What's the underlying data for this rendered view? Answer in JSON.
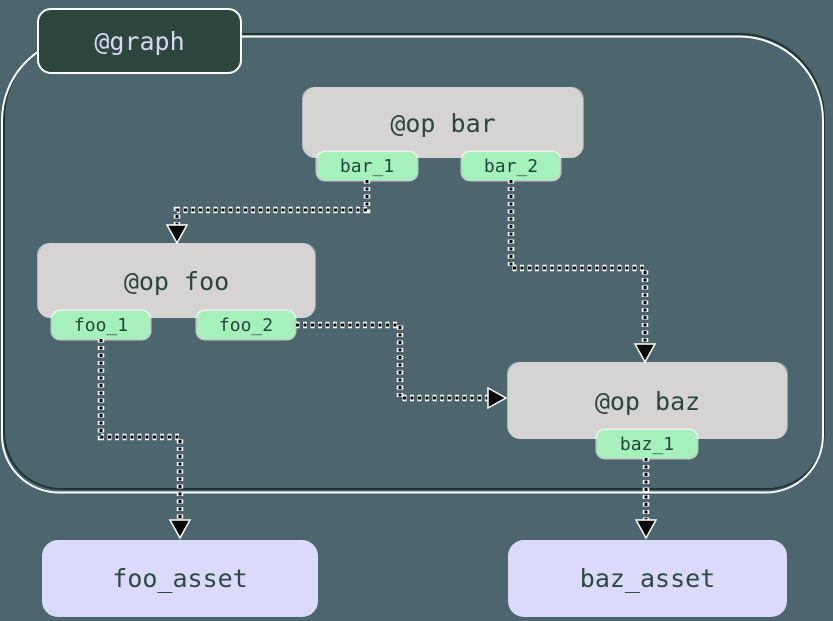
{
  "graph": {
    "label": "@graph"
  },
  "ops": [
    {
      "id": "bar",
      "title": "@op bar",
      "outputs": [
        "bar_1",
        "bar_2"
      ]
    },
    {
      "id": "foo",
      "title": "@op foo",
      "outputs": [
        "foo_1",
        "foo_2"
      ]
    },
    {
      "id": "baz",
      "title": "@op baz",
      "outputs": [
        "baz_1"
      ]
    }
  ],
  "assets": [
    {
      "id": "foo_asset",
      "label": "foo_asset"
    },
    {
      "id": "baz_asset",
      "label": "baz_asset"
    }
  ],
  "edges": [
    {
      "source": "bar.bar_1",
      "target": "op foo"
    },
    {
      "source": "bar.bar_2",
      "target": "op baz"
    },
    {
      "source": "foo.foo_2",
      "target": "op baz"
    },
    {
      "source": "foo.foo_1",
      "target": "foo_asset"
    },
    {
      "source": "baz.baz_1",
      "target": "baz_asset"
    }
  ],
  "colors": {
    "background": "#4d666e",
    "container_stroke": "#1d3833",
    "container_highlight": "#ffffff",
    "graph_label_fill": "#2d473e",
    "graph_label_text": "#d9d6f2",
    "op_fill": "#d6d3d3",
    "op_text": "#2b463e",
    "output_tab_fill": "#a6f1bb",
    "output_tab_text": "#24453b",
    "asset_fill": "#dcdafa",
    "asset_text": "#2d4a42",
    "edge_color": "#0a0a0a",
    "edge_halo": "#ffffff"
  }
}
